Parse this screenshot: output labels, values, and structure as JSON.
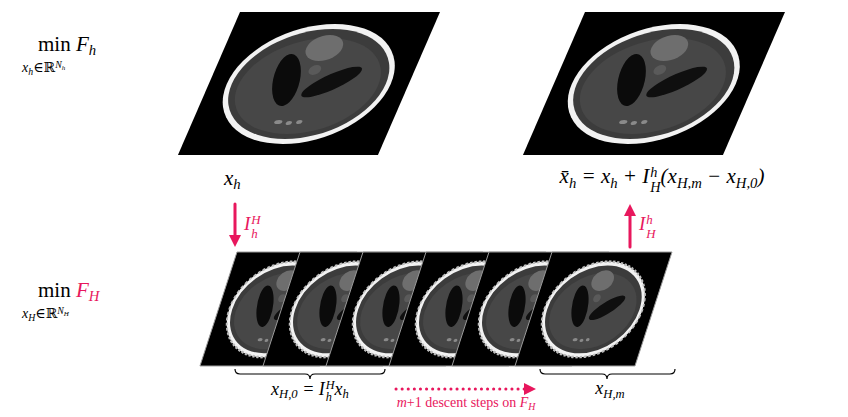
{
  "diagram": {
    "nodes": [
      {
        "text": [
          "xh"
        ]
      },
      {
        "text": [
          "xH,0 = IhHxh"
        ]
      },
      {
        "text": [
          "xH,m"
        ]
      },
      {
        "text": [
          "x̄h = xh + IHh(xH,m − xH,0)"
        ]
      }
    ],
    "edges": [
      {
        "from": 0,
        "to": 1,
        "arrow": "to",
        "label": "IhH"
      },
      {
        "from": 1,
        "to": 2,
        "arrow": "to",
        "label": "m+1 descent steps on FH"
      },
      {
        "from": 2,
        "to": 3,
        "arrow": "to",
        "label": "IHh"
      }
    ],
    "labels": [
      "min Fh",
      "xh∈ℝNh",
      "min FH",
      "xH∈ℝNH"
    ]
  }
}
